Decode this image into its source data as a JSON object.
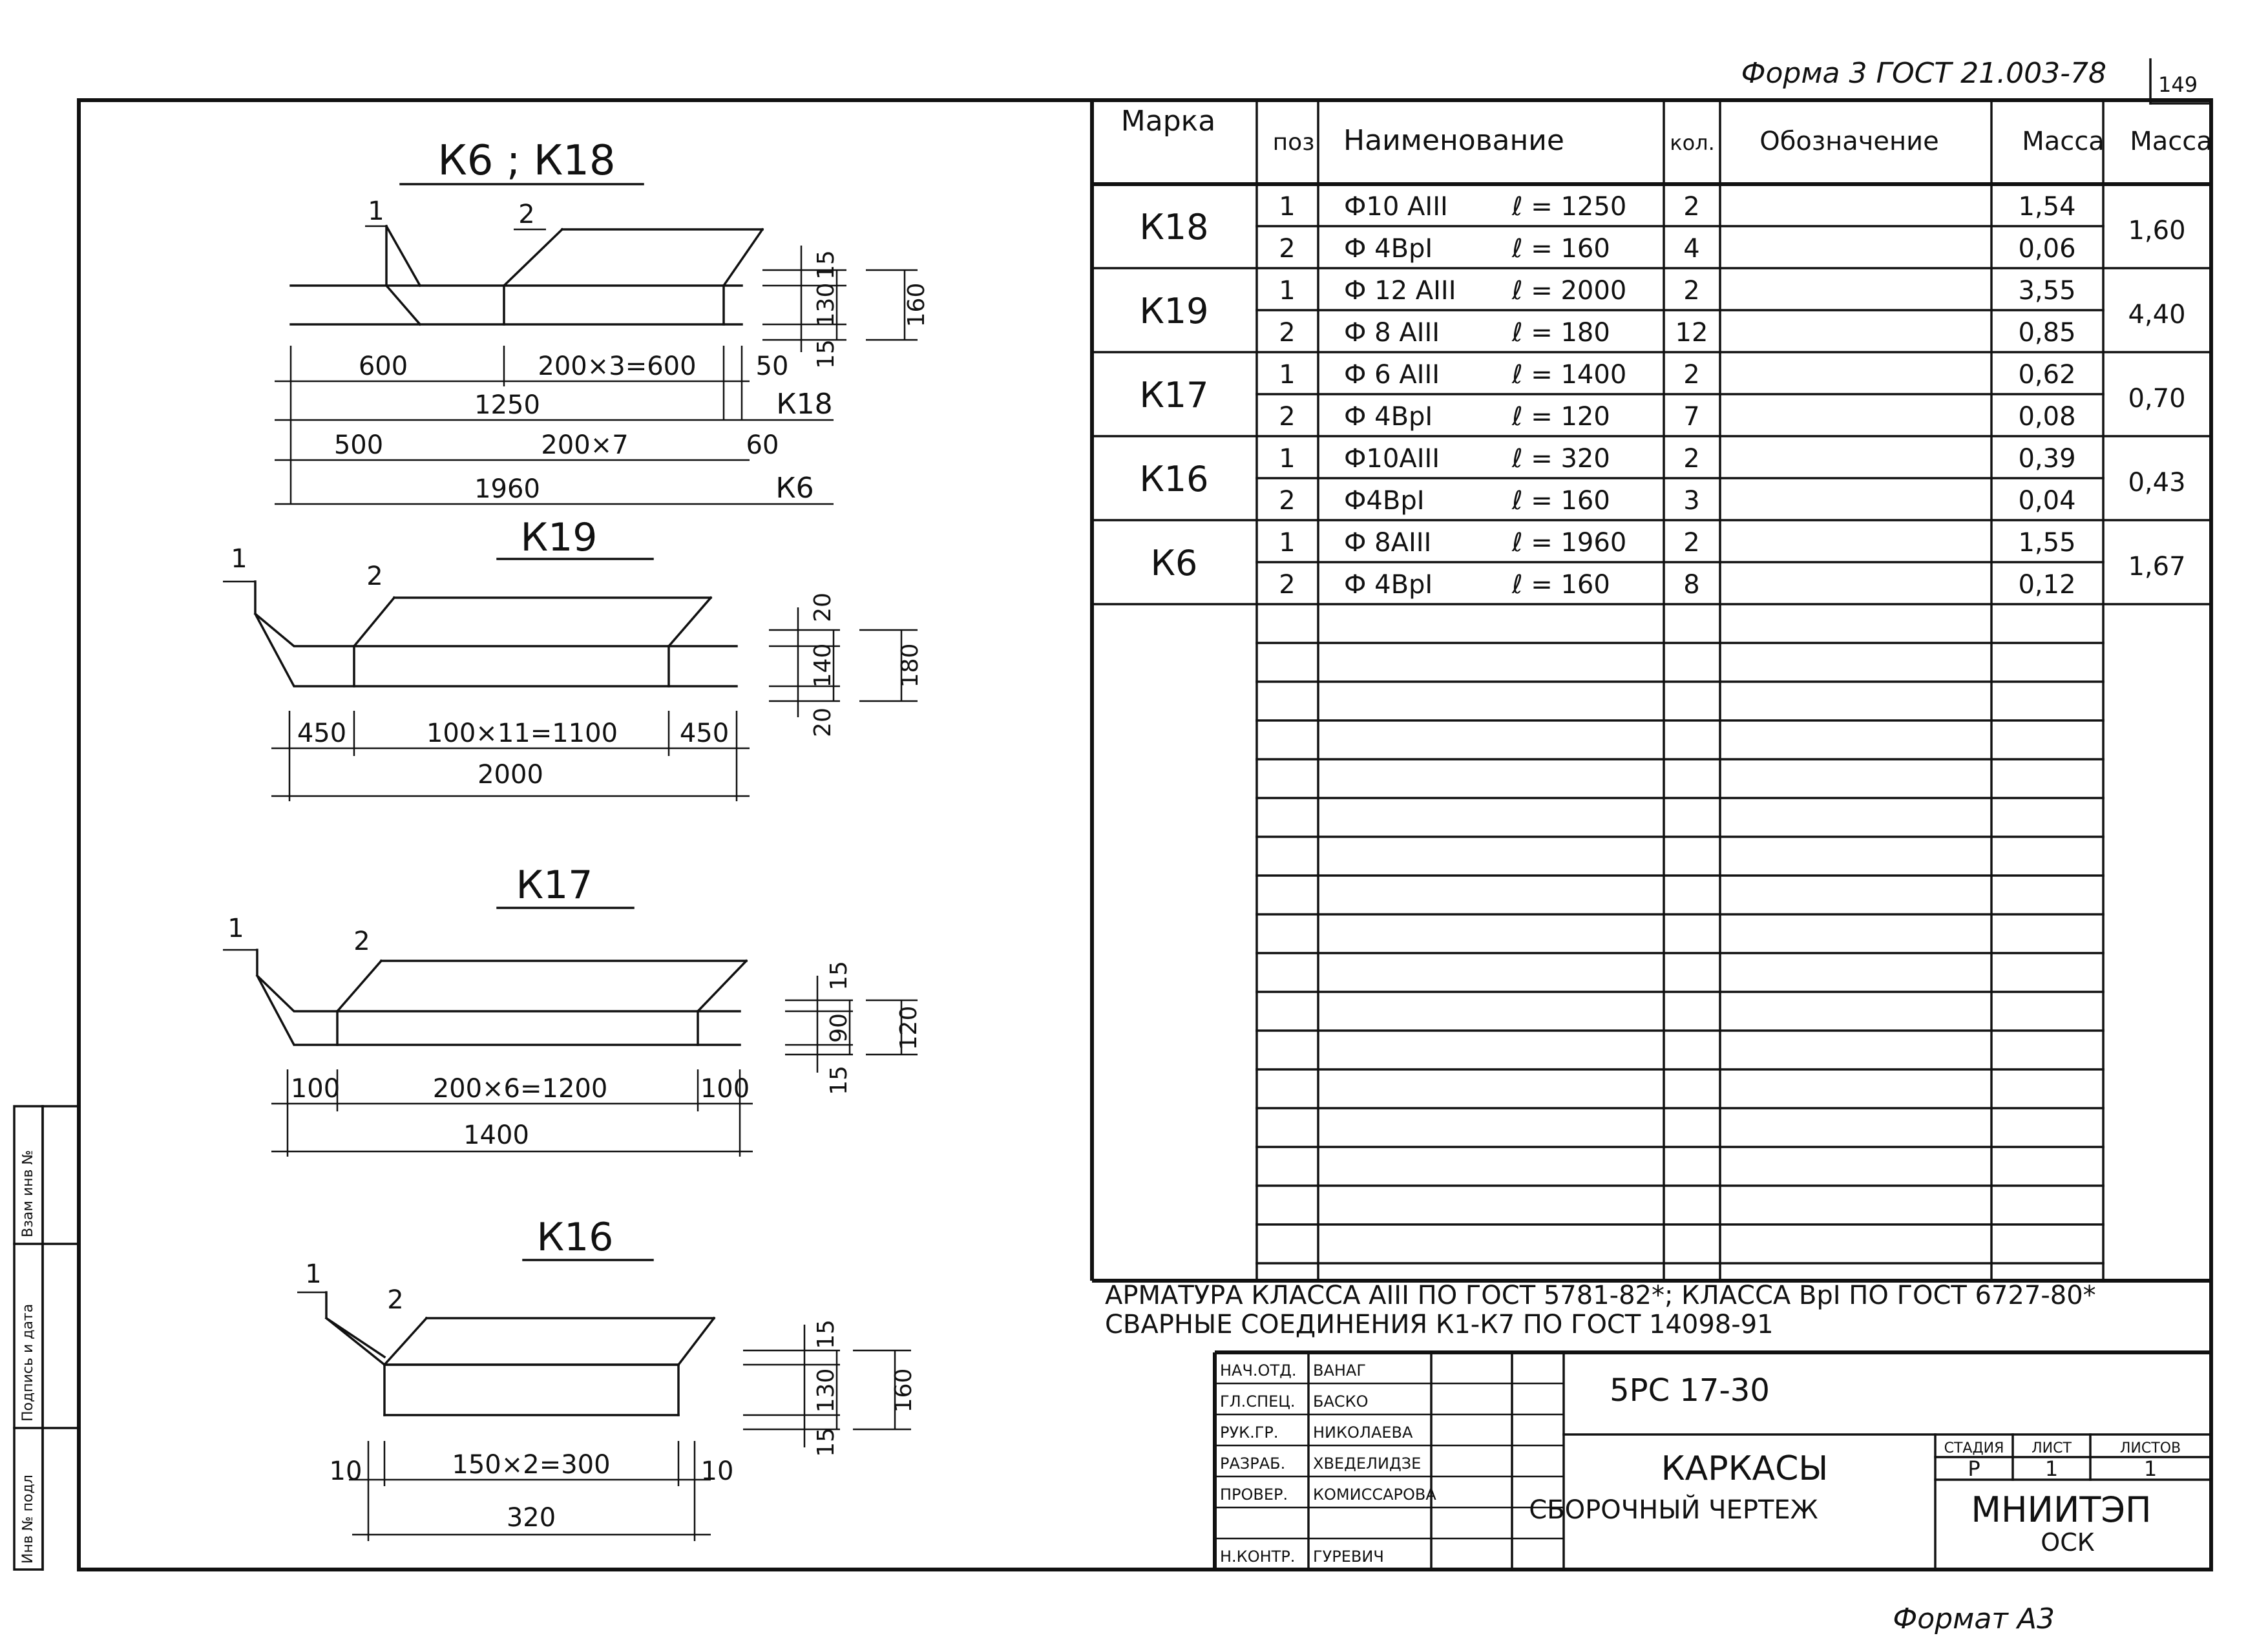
{
  "header": {
    "form_note": "Форма 3 ГОСТ 21.003-78",
    "sheet_number": "149",
    "format_note": "Формат А3"
  },
  "side_stamp": {
    "cells": [
      "Инв № подл",
      "Подпись и дата",
      "Взам инв №"
    ]
  },
  "drawings": [
    {
      "title": "К6 ; К18",
      "pos1": "1",
      "pos2": "2",
      "dims_vertical": [
        "15",
        "130",
        "15",
        "160"
      ],
      "row1": [
        "600",
        "200×3=600",
        "50"
      ],
      "row1_total": "1250",
      "row1_mark": "К18",
      "row2": [
        "500",
        "200×7",
        "60"
      ],
      "row2_total": "1960",
      "row2_mark": "К6"
    },
    {
      "title": "К19",
      "pos1": "1",
      "pos2": "2",
      "dims_vertical": [
        "20",
        "140",
        "20",
        "180"
      ],
      "row1": [
        "450",
        "100×11=1100",
        "450"
      ],
      "row1_total": "2000"
    },
    {
      "title": "К17",
      "pos1": "1",
      "pos2": "2",
      "dims_vertical": [
        "15",
        "90",
        "15",
        "120"
      ],
      "row1": [
        "100",
        "200×6=1200",
        "100"
      ],
      "row1_total": "1400"
    },
    {
      "title": "К16",
      "pos1": "1",
      "pos2": "2",
      "dims_vertical": [
        "15",
        "130",
        "15",
        "160"
      ],
      "row1": [
        "10",
        "150×2=300",
        "10"
      ],
      "row1_total": "320"
    }
  ],
  "spec": {
    "headers": [
      "Марка",
      "поз",
      "Наименование",
      "кол.",
      "Обозначение",
      "Масса",
      "Масса"
    ],
    "groups": [
      {
        "mark": "К18",
        "total": "1,60",
        "rows": [
          {
            "pos": "1",
            "name": "Ф10 АIII",
            "len": "ℓ = 1250",
            "qty": "2",
            "mass": "1,54"
          },
          {
            "pos": "2",
            "name": "Ф 4ВрI",
            "len": "ℓ = 160",
            "qty": "4",
            "mass": "0,06"
          }
        ]
      },
      {
        "mark": "К19",
        "total": "4,40",
        "rows": [
          {
            "pos": "1",
            "name": "Ф 12 АIII",
            "len": "ℓ = 2000",
            "qty": "2",
            "mass": "3,55"
          },
          {
            "pos": "2",
            "name": "Ф 8 АIII",
            "len": "ℓ = 180",
            "qty": "12",
            "mass": "0,85"
          }
        ]
      },
      {
        "mark": "К17",
        "total": "0,70",
        "rows": [
          {
            "pos": "1",
            "name": "Ф 6 АIII",
            "len": "ℓ = 1400",
            "qty": "2",
            "mass": "0,62"
          },
          {
            "pos": "2",
            "name": "Ф 4ВрI",
            "len": "ℓ = 120",
            "qty": "7",
            "mass": "0,08"
          }
        ]
      },
      {
        "mark": "К16",
        "total": "0,43",
        "rows": [
          {
            "pos": "1",
            "name": "Ф10АIII",
            "len": "ℓ = 320",
            "qty": "2",
            "mass": "0,39"
          },
          {
            "pos": "2",
            "name": "Ф4ВрI",
            "len": "ℓ = 160",
            "qty": "3",
            "mass": "0,04"
          }
        ]
      },
      {
        "mark": "К6",
        "total": "1,67",
        "rows": [
          {
            "pos": "1",
            "name": "Ф 8АIII",
            "len": "ℓ = 1960",
            "qty": "2",
            "mass": "1,55"
          },
          {
            "pos": "2",
            "name": "Ф 4ВрI",
            "len": "ℓ = 160",
            "qty": "8",
            "mass": "0,12"
          }
        ]
      }
    ]
  },
  "notes": [
    "АРМАТУРА КЛАССА АIII ПО ГОСТ 5781-82*; КЛАССА ВрI ПО ГОСТ 6727-80*",
    "СВАРНЫЕ СОЕДИНЕНИЯ К1-К7 ПО ГОСТ 14098-91"
  ],
  "title_block": {
    "people": [
      {
        "role": "НАЧ.ОТД.",
        "name": "ВАНАГ"
      },
      {
        "role": "ГЛ.СПЕЦ.",
        "name": "БАСКО"
      },
      {
        "role": "РУК.ГР.",
        "name": "НИКОЛАЕВА"
      },
      {
        "role": "РАЗРАБ.",
        "name": "ХВЕДЕЛИДЗЕ"
      },
      {
        "role": "ПРОВЕР.",
        "name": "КОМИССАРОВА"
      },
      {
        "role": "",
        "name": ""
      },
      {
        "role": "Н.КОНТР.",
        "name": "ГУРЕВИЧ"
      }
    ],
    "document_code": "5РС 17-30",
    "title": "КАРКАСЫ",
    "subtitle": "СБОРОЧНЫЙ ЧЕРТЕЖ",
    "stage_label": "СТАДИЯ",
    "sheet_label": "ЛИСТ",
    "sheets_label": "ЛИСТОВ",
    "stage": "Р",
    "sheet": "1",
    "sheets": "1",
    "org": "МНИИТЭП",
    "dept": "ОСК"
  }
}
